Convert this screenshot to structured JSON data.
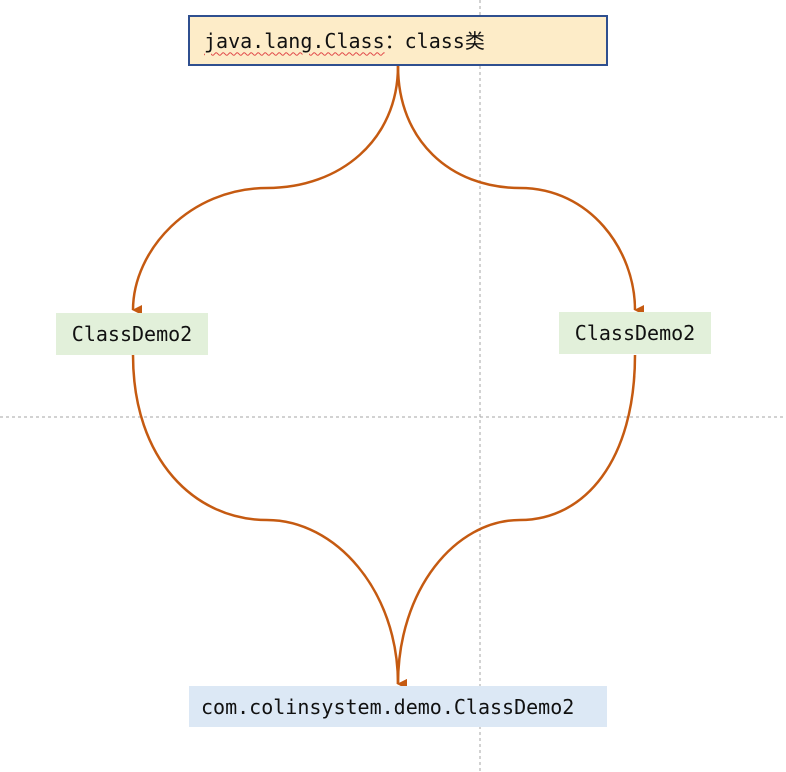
{
  "diagram": {
    "top_node": {
      "text_underlined": "java.lang.Class",
      "text_rest": "：class类"
    },
    "left_node": {
      "label": "ClassDemo2"
    },
    "right_node": {
      "label": "ClassDemo2"
    },
    "bottom_node": {
      "label": "com.colinsystem.demo.ClassDemo2"
    },
    "colors": {
      "arrow": "#c55a11",
      "guide_line": "#a6a6a6",
      "top_fill": "#fdecc8",
      "top_border": "#2f4f8f",
      "middle_fill": "#e2f0da",
      "bottom_fill": "#dce8f5",
      "spellcheck_squiggle": "#e04848"
    }
  }
}
